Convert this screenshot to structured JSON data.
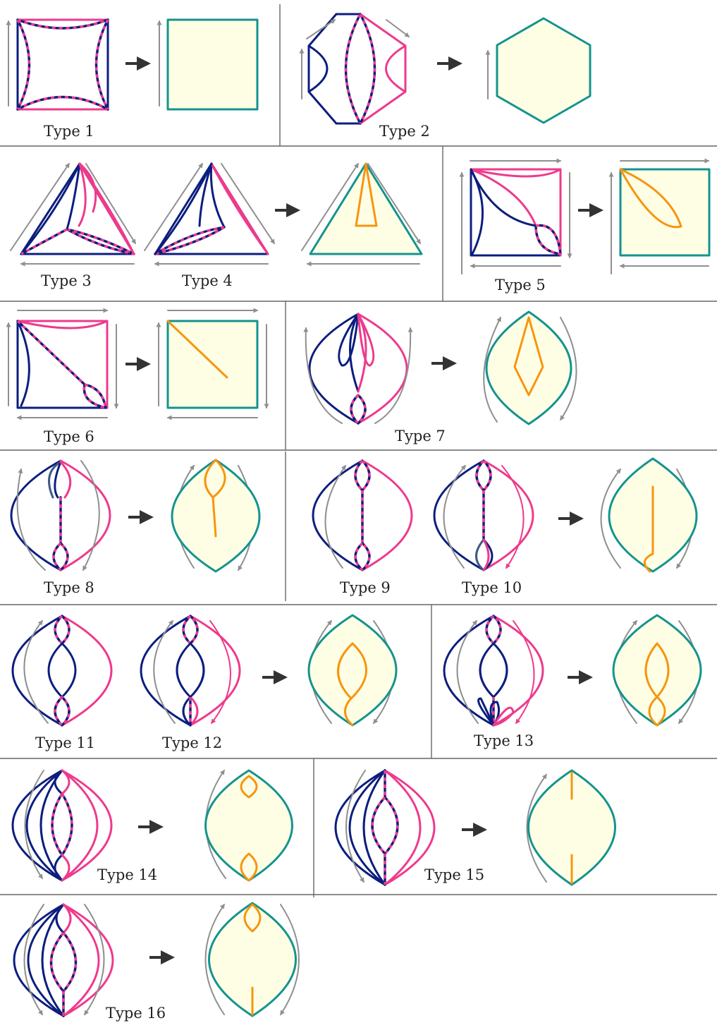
{
  "figure": {
    "colors": {
      "navy": "#0b1e7e",
      "pink": "#ee3a8c",
      "teal": "#14938f",
      "orange": "#f7950f",
      "fill": "#fefee4",
      "gray": "#8f8f8f",
      "arrow": "#333333",
      "rule": "#666666",
      "steel": "#3e5b84"
    },
    "types": [
      {
        "id": 1,
        "label": "Type 1"
      },
      {
        "id": 2,
        "label": "Type 2"
      },
      {
        "id": 3,
        "label": "Type 3"
      },
      {
        "id": 4,
        "label": "Type 4"
      },
      {
        "id": 5,
        "label": "Type 5"
      },
      {
        "id": 6,
        "label": "Type 6"
      },
      {
        "id": 7,
        "label": "Type 7"
      },
      {
        "id": 8,
        "label": "Type 8"
      },
      {
        "id": 9,
        "label": "Type 9"
      },
      {
        "id": 10,
        "label": "Type 10"
      },
      {
        "id": 11,
        "label": "Type 11"
      },
      {
        "id": 12,
        "label": "Type 12"
      },
      {
        "id": 13,
        "label": "Type 13"
      },
      {
        "id": 14,
        "label": "Type 14"
      },
      {
        "id": 15,
        "label": "Type 15"
      },
      {
        "id": 16,
        "label": "Type 16"
      }
    ]
  }
}
